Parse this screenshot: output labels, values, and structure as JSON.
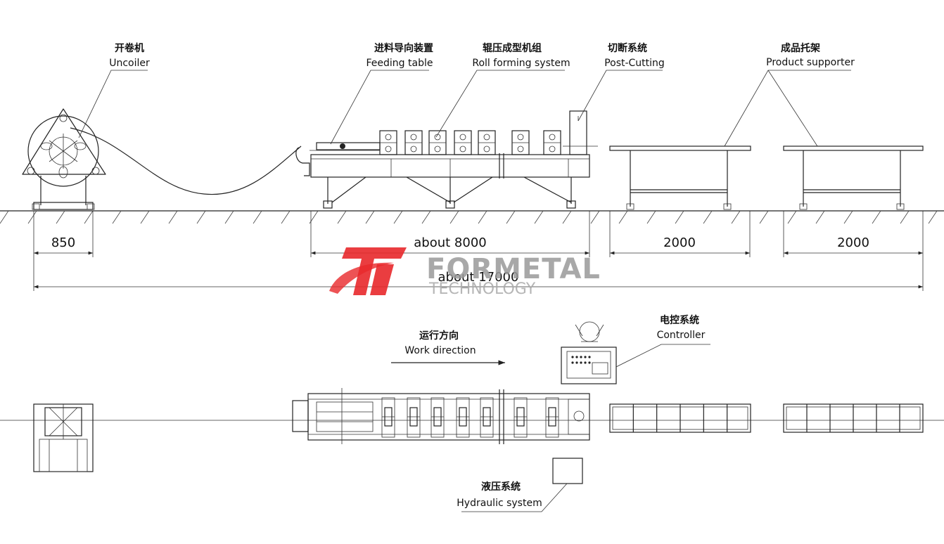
{
  "labels": {
    "uncoiler": {
      "cn": "开卷机",
      "en": "Uncoiler"
    },
    "feeding": {
      "cn": "进料导向装置",
      "en": "Feeding table"
    },
    "rollforming": {
      "cn": "辊压成型机组",
      "en": "Roll forming system"
    },
    "cutting": {
      "cn": "切断系统",
      "en": "Post-Cutting"
    },
    "supporter": {
      "cn": "成品托架",
      "en": "Product supporter"
    },
    "direction": {
      "cn": "运行方向",
      "en": "Work direction"
    },
    "controller": {
      "cn": "电控系统",
      "en": "Controller"
    },
    "hydraulic": {
      "cn": "液压系统",
      "en": "Hydraulic system"
    }
  },
  "dimensions": {
    "uncoiler": "850",
    "machine": "about  8000",
    "total": "about  17000",
    "supporter1": "2000",
    "supporter2": "2000"
  },
  "logo": {
    "name": "FORMETAL",
    "sub": "TECHNOLOGY",
    "color": "#e8282b"
  }
}
